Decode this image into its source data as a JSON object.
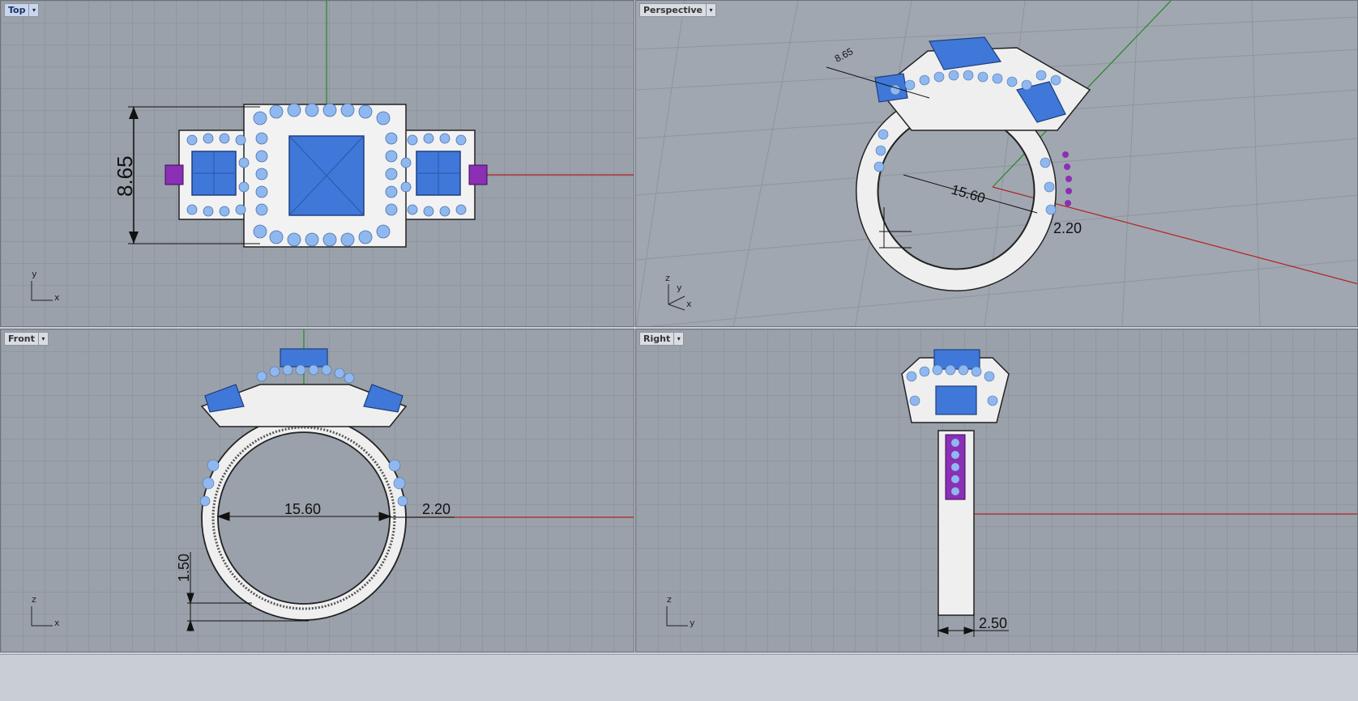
{
  "viewports": {
    "top": {
      "title": "Top",
      "dimension": "8.65",
      "axis_v": "y",
      "axis_h": "x"
    },
    "perspective": {
      "title": "Perspective",
      "dim_top": "8.65",
      "dim_width": "15.60",
      "dim_band": "2.20",
      "axis_z": "z",
      "axis_y": "y",
      "axis_x": "x"
    },
    "front": {
      "title": "Front",
      "dim_width": "15.60",
      "dim_band": "2.20",
      "dim_height": "1.50",
      "axis_v": "z",
      "axis_h": "x"
    },
    "right": {
      "title": "Right",
      "dim_width": "2.50",
      "axis_v": "z",
      "axis_h": "y"
    }
  },
  "colors": {
    "center_stone": "#3f78d8",
    "accent_stone": "#8fb8f0",
    "side_stone_purple": "#8b2fb5",
    "metal": "#f2f2f2",
    "x_axis": "#b22222",
    "y_axis": "#1e8a1e"
  },
  "icons": {
    "dropdown": "▾"
  }
}
